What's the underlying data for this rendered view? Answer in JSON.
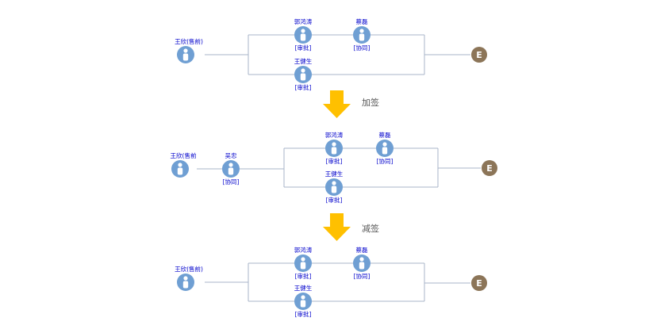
{
  "colors": {
    "node_fill": "#6f9fd3",
    "person": "#ffffff",
    "label": "#0000cc",
    "connector": "#a9b4c9",
    "arrow": "#ffc000",
    "end_node": "#8c7558"
  },
  "flows": [
    {
      "nodes": {
        "wangxin": {
          "name": "王欣(售前)",
          "role": ""
        },
        "guo": {
          "name": "郭鸿涛",
          "role": "[审批]"
        },
        "cai": {
          "name": "蔡磊",
          "role": "[协同]"
        },
        "wang": {
          "name": "王健生",
          "role": "[审批]"
        }
      },
      "end_label": "E"
    },
    {
      "nodes": {
        "wangxin": {
          "name": "王欣(售前",
          "role": ""
        },
        "wu": {
          "name": "吴忠",
          "role": "[协同]"
        },
        "guo": {
          "name": "郭鸿涛",
          "role": "[审批]"
        },
        "cai": {
          "name": "蔡磊",
          "role": "[协同]"
        },
        "wang": {
          "name": "王健生",
          "role": "[审批]"
        }
      },
      "end_label": "E"
    },
    {
      "nodes": {
        "wangxin": {
          "name": "王欣(售前)",
          "role": ""
        },
        "guo": {
          "name": "郭鸿涛",
          "role": "[审批]"
        },
        "cai": {
          "name": "蔡磊",
          "role": "[协同]"
        },
        "wang": {
          "name": "王健生",
          "role": "[审批]"
        }
      },
      "end_label": "E"
    }
  ],
  "operations": [
    {
      "label": "加签",
      "icon": "arrow-down-icon"
    },
    {
      "label": "减签",
      "icon": "arrow-down-icon"
    }
  ]
}
